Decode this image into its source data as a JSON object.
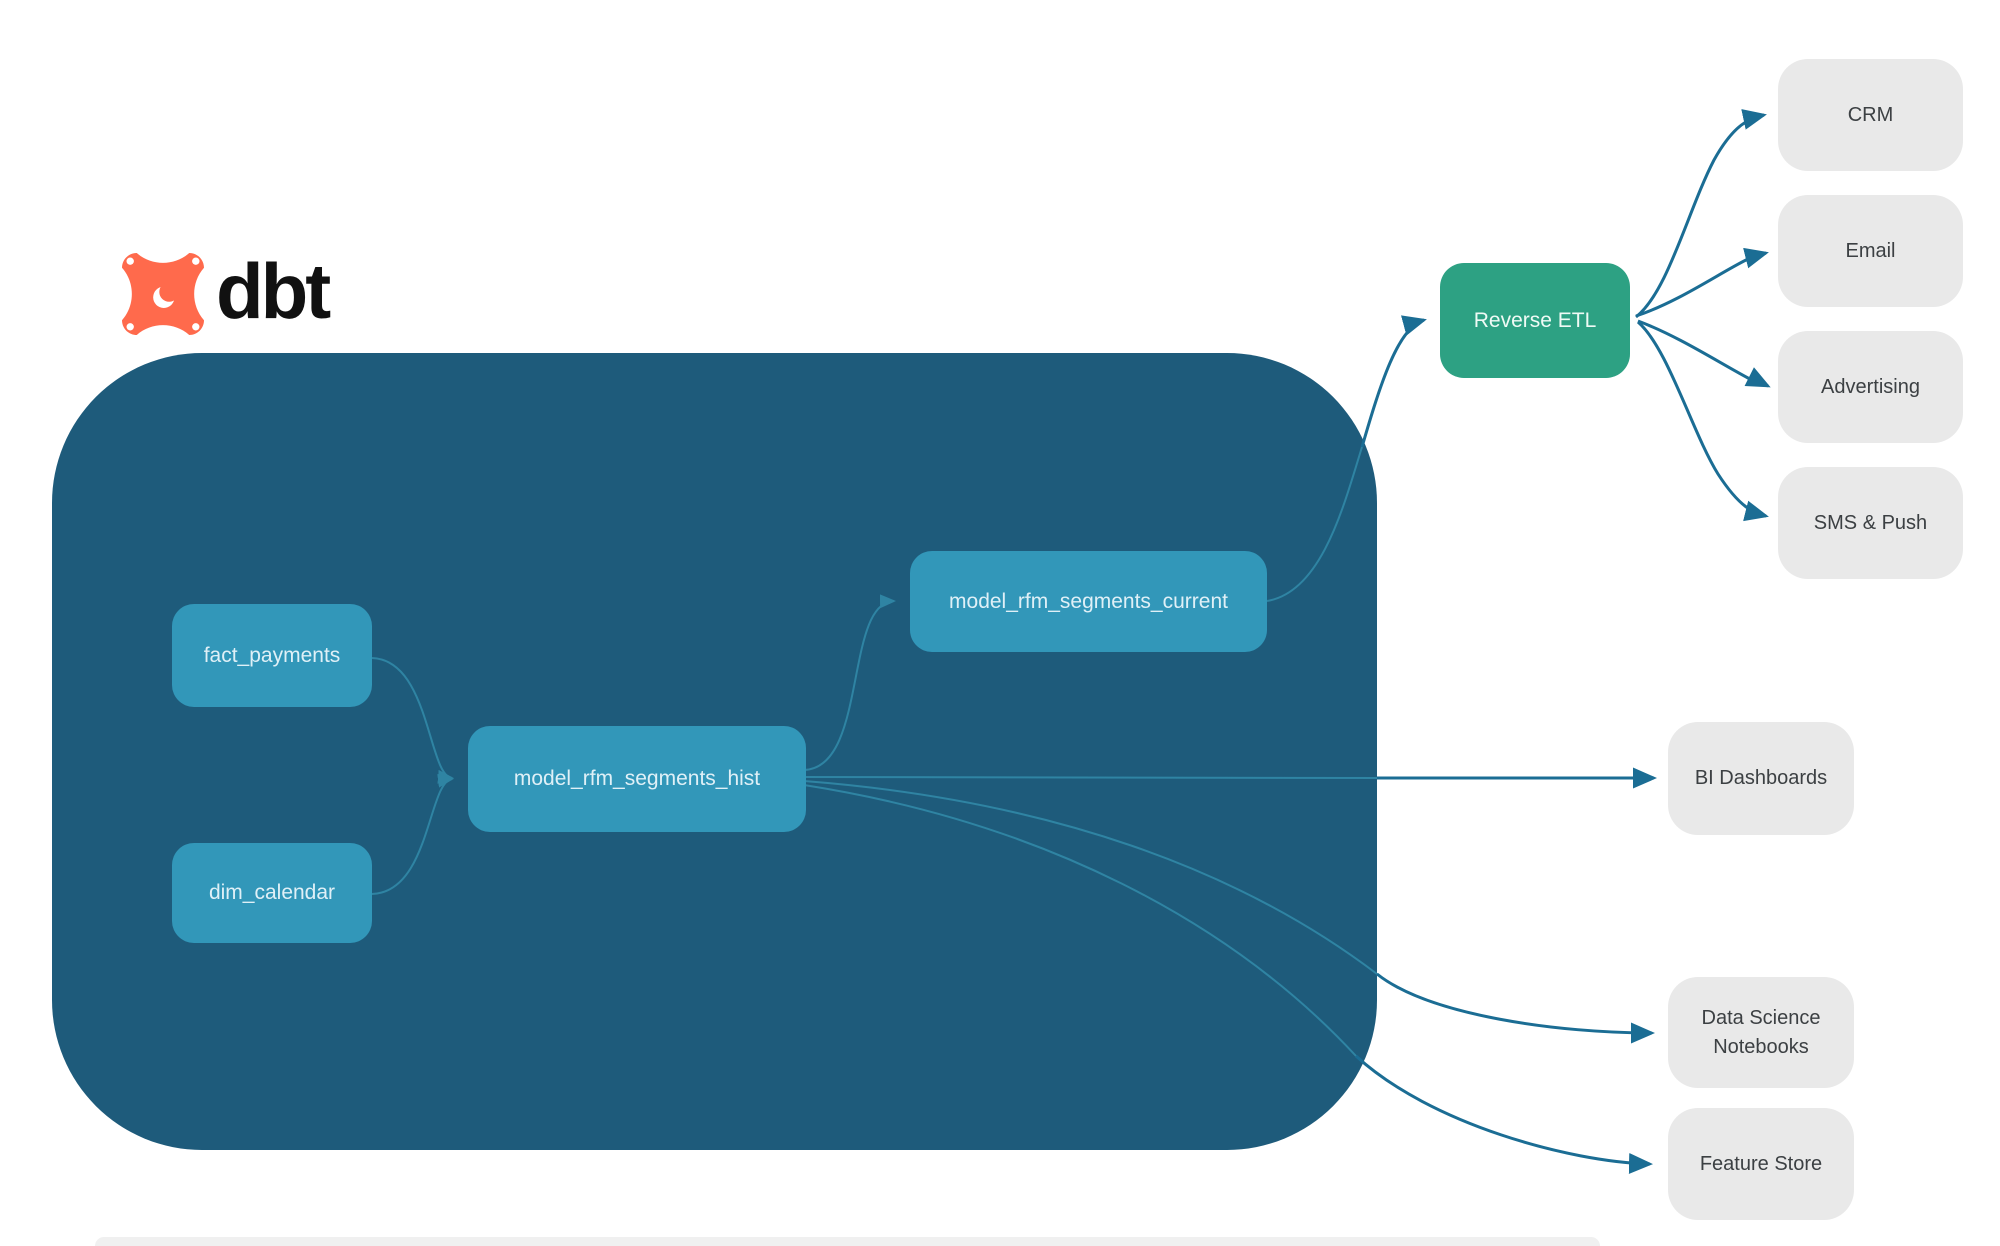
{
  "logo": {
    "icon": "dbt-logo-icon",
    "wordmark": "dbt",
    "icon_color": "#ff6a4c",
    "wordmark_color": "#111111"
  },
  "pipeline": {
    "warehouse_nodes": [
      {
        "id": "fact_payments",
        "label": "fact_payments"
      },
      {
        "id": "dim_calendar",
        "label": "dim_calendar"
      },
      {
        "id": "model_rfm_segments_hist",
        "label": "model_rfm_segments_hist"
      },
      {
        "id": "model_rfm_segments_current",
        "label": "model_rfm_segments_current"
      }
    ],
    "reverse_etl": {
      "label": "Reverse ETL"
    },
    "activation_destinations": [
      {
        "label": "CRM"
      },
      {
        "label": "Email"
      },
      {
        "label": "Advertising"
      },
      {
        "label": "SMS & Push"
      }
    ],
    "analytics_outputs": [
      {
        "label": "BI Dashboards"
      },
      {
        "label": "Data Science Notebooks"
      },
      {
        "label": "Feature Store"
      }
    ],
    "edges": [
      {
        "from": "fact_payments",
        "to": "model_rfm_segments_hist"
      },
      {
        "from": "dim_calendar",
        "to": "model_rfm_segments_hist"
      },
      {
        "from": "model_rfm_segments_hist",
        "to": "model_rfm_segments_current"
      },
      {
        "from": "model_rfm_segments_hist",
        "to": "BI Dashboards"
      },
      {
        "from": "model_rfm_segments_hist",
        "to": "Data Science Notebooks"
      },
      {
        "from": "model_rfm_segments_hist",
        "to": "Feature Store"
      },
      {
        "from": "model_rfm_segments_current",
        "to": "Reverse ETL"
      },
      {
        "from": "Reverse ETL",
        "to": "CRM"
      },
      {
        "from": "Reverse ETL",
        "to": "Email"
      },
      {
        "from": "Reverse ETL",
        "to": "Advertising"
      },
      {
        "from": "Reverse ETL",
        "to": "SMS & Push"
      }
    ]
  },
  "colors": {
    "container": "#1e5b7b",
    "model_node": "#3297b9",
    "reverse_etl": "#2da183",
    "destination_box": "#e9e9e9",
    "edge_inside": "#2f84a3",
    "edge_outside": "#1b6d94",
    "dbt_orange": "#ff6a4c"
  }
}
